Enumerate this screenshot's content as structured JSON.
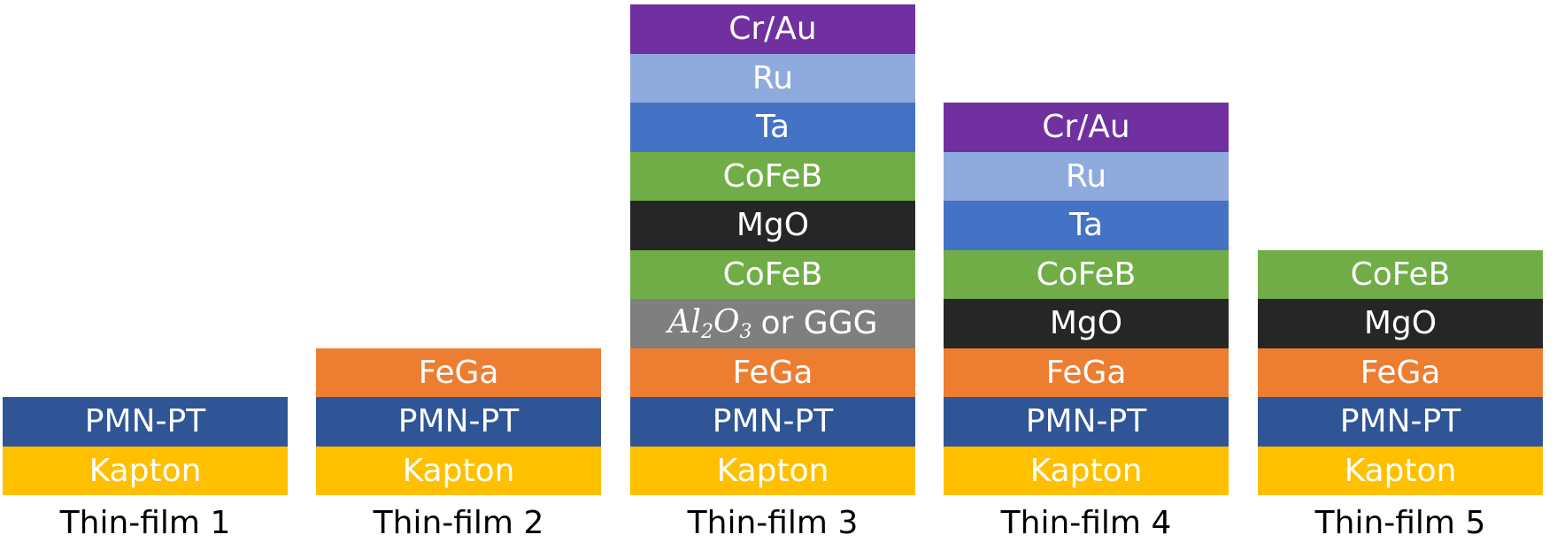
{
  "colors": {
    "kapton": "#FFC000",
    "pmnpt": "#2F5597",
    "fega": "#ED7D31",
    "al2o3_or_ggg": "#7F7F7F",
    "cofeb": "#70AD47",
    "mgo": "#262626",
    "ta": "#4472C4",
    "ru": "#8FAADC",
    "crau": "#7030A0"
  },
  "stacks": [
    {
      "label": "Thin-film 1",
      "layers": [
        "PMN-PT",
        "Kapton"
      ]
    },
    {
      "label": "Thin-film 2",
      "layers": [
        "FeGa",
        "PMN-PT",
        "Kapton"
      ]
    },
    {
      "label": "Thin-film 3",
      "layers": [
        "Cr/Au",
        "Ru",
        "Ta",
        "CoFeB",
        "MgO",
        "CoFeB",
        "or GGG",
        "FeGa",
        "PMN-PT",
        "Kapton"
      ],
      "math": {
        "base1": "Al",
        "sub1": "2",
        "base2": "O",
        "sub2": "3"
      }
    },
    {
      "label": "Thin-film 4",
      "layers": [
        "Cr/Au",
        "Ru",
        "Ta",
        "CoFeB",
        "MgO",
        "FeGa",
        "PMN-PT",
        "Kapton"
      ]
    },
    {
      "label": "Thin-film 5",
      "layers": [
        "CoFeB",
        "MgO",
        "FeGa",
        "PMN-PT",
        "Kapton"
      ]
    }
  ]
}
